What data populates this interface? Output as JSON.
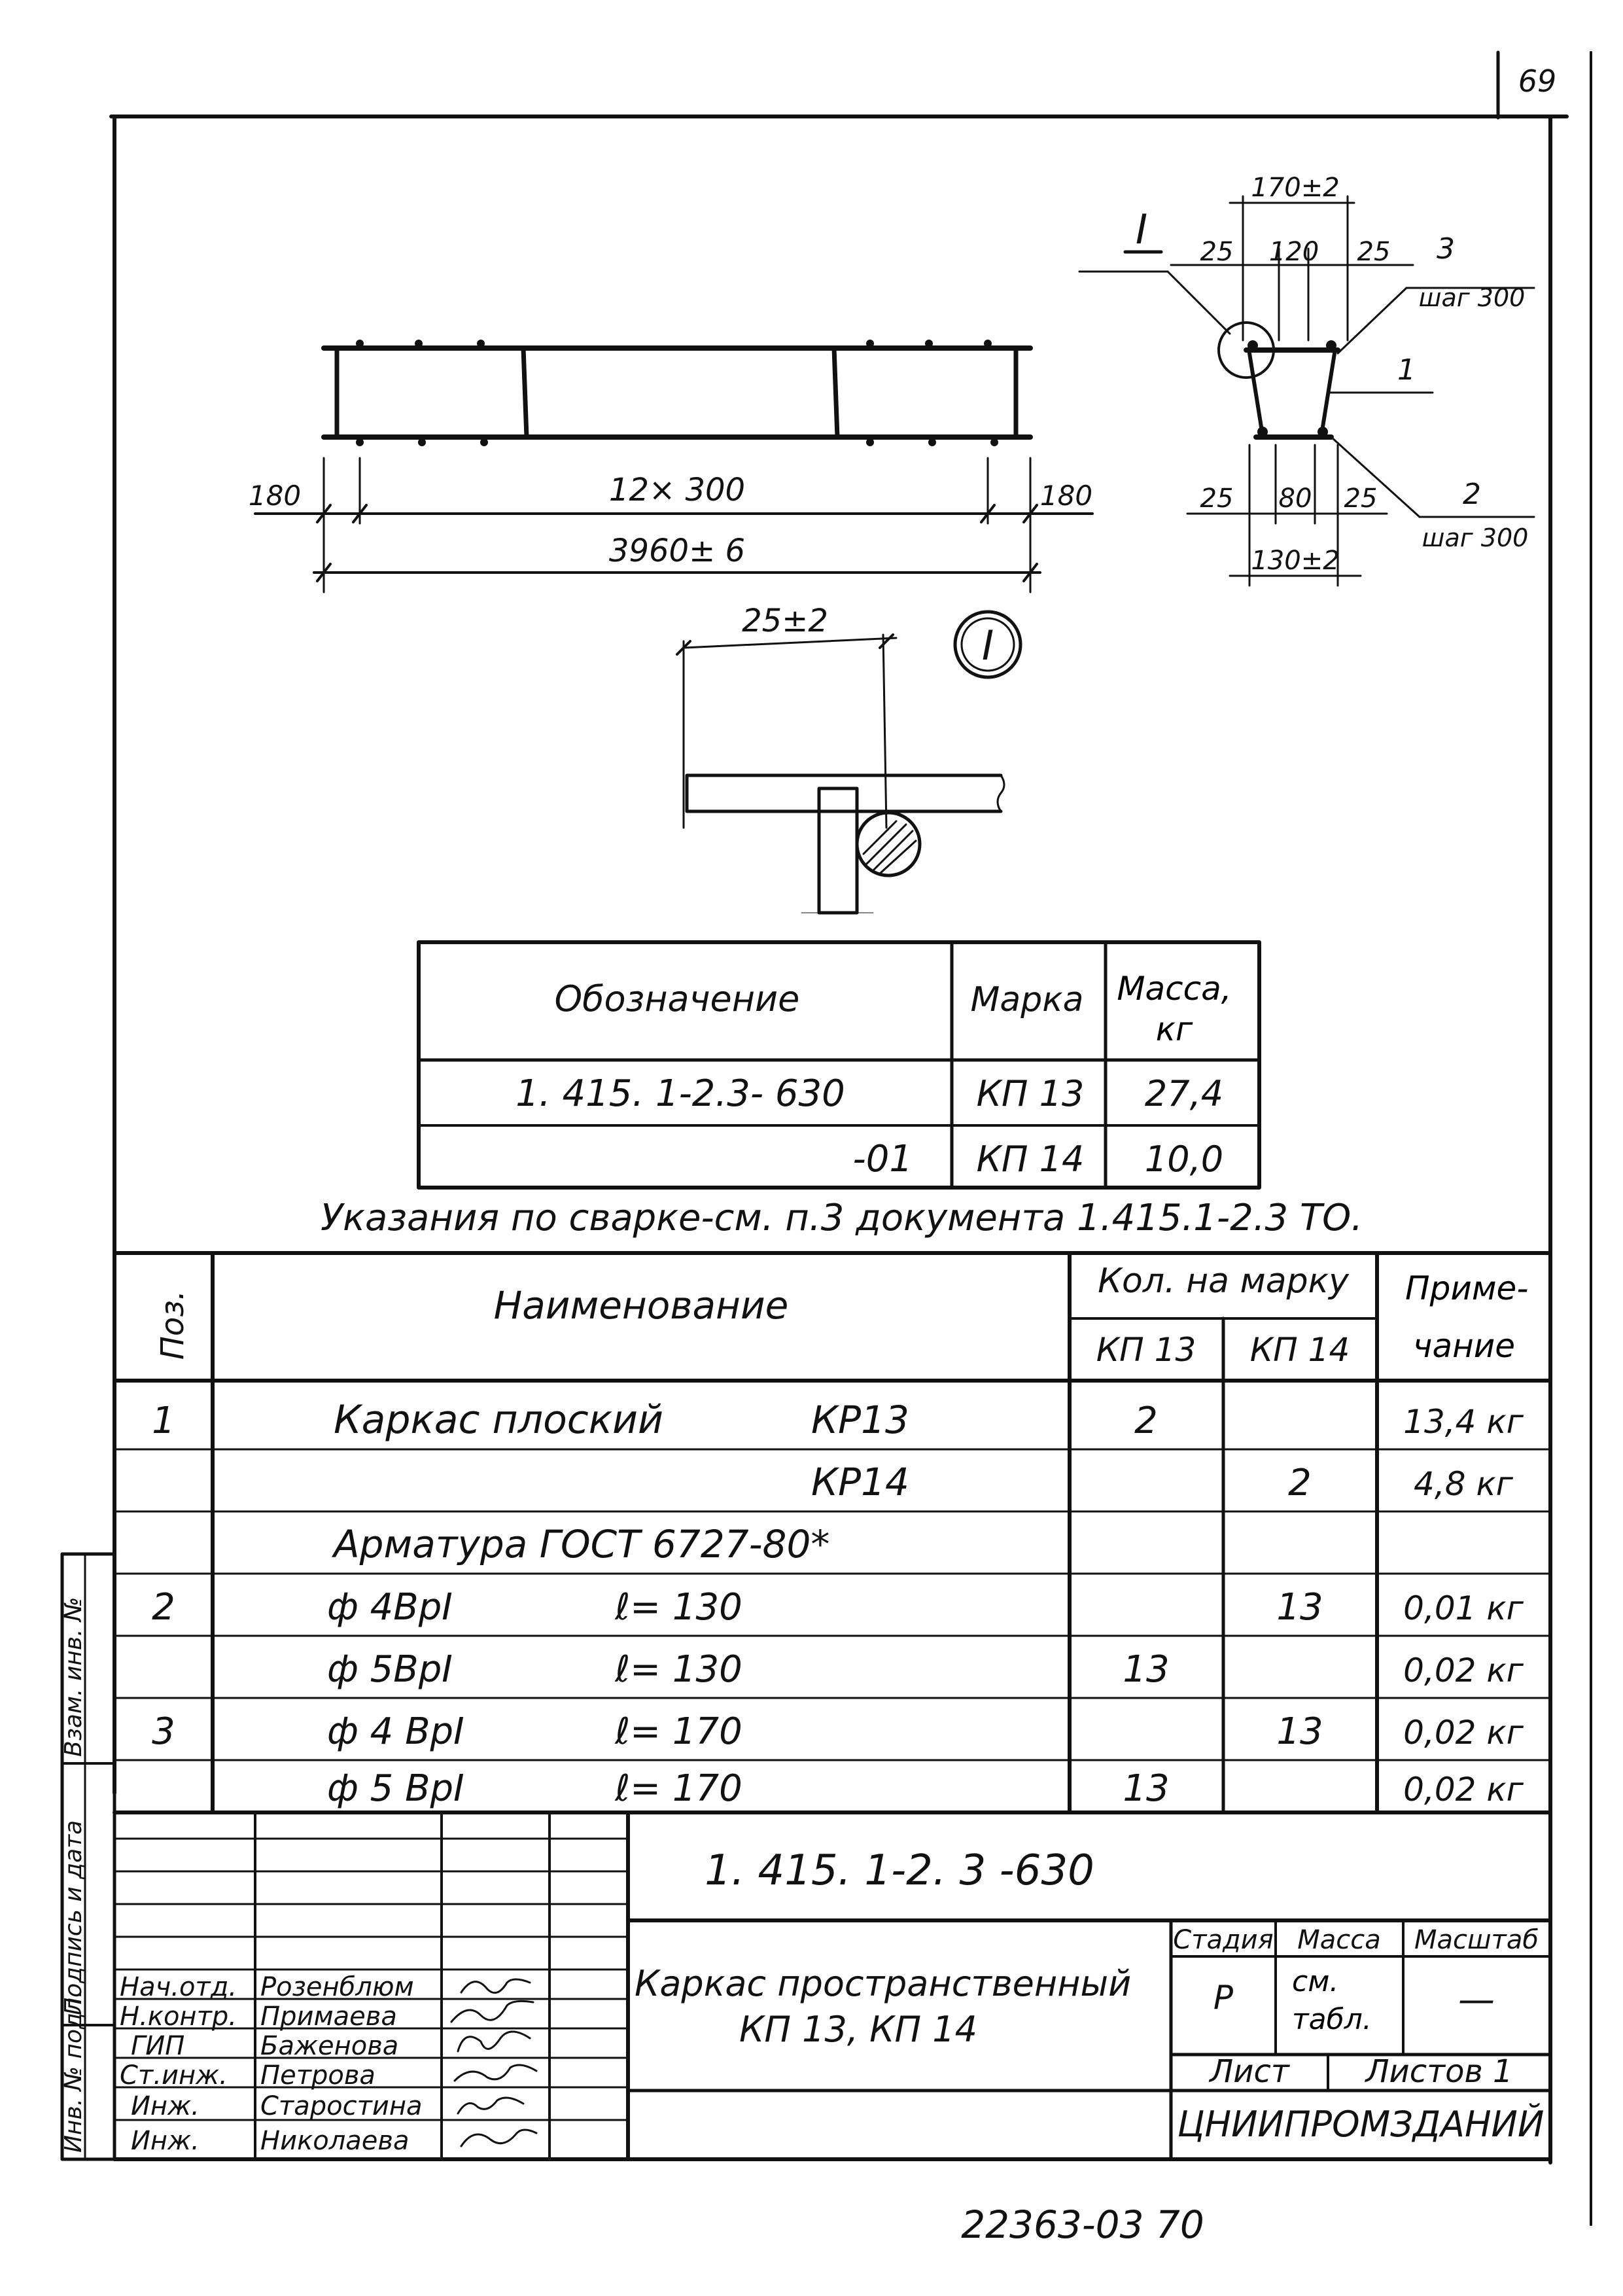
{
  "sheet_page_number": "69",
  "drawing": {
    "elevation": {
      "dim_end_left": "180",
      "dim_spacing": "12× 300",
      "dim_end_right": "180",
      "dim_overall": "3960± 6"
    },
    "section": {
      "section_mark": "I",
      "dim_top_overall": "170±2",
      "dim_top_edge_left": "25",
      "dim_top_middle": "120",
      "dim_top_edge_right": "25",
      "leader_pos_3": "3",
      "leader_pitch_3": "шаг 300",
      "leader_pos_1": "1",
      "dim_bottom_edge_left": "25",
      "dim_bottom_middle": "80",
      "dim_bottom_edge_right": "25",
      "dim_bottom_overall": "130±2",
      "leader_pos_2": "2",
      "leader_pitch_2": "шаг 300"
    },
    "detail": {
      "callout": "I",
      "dim_offset": "25±2"
    }
  },
  "marks_table": {
    "headers": [
      "Обозначение",
      "Марка",
      "Масса, кг"
    ],
    "rows": [
      [
        "1. 415. 1-2.3- 630",
        "КП 13",
        "27,4"
      ],
      [
        "-01",
        "КП 14",
        "10,0"
      ]
    ]
  },
  "welding_note": "Указания по сварке-см. п.3 документа 1.415.1-2.3 ТО.",
  "spec_table": {
    "headers": {
      "pos": "Поз.",
      "name": "Наименование",
      "qty_group": "Кол. на марку",
      "qty_a": "КП 13",
      "qty_b": "КП 14",
      "note": "Приме- чание"
    },
    "rows": [
      {
        "pos": "1",
        "name": "Каркас плоский",
        "code": "КР13",
        "length": "",
        "qty_a": "2",
        "qty_b": "",
        "note": "13,4 кг"
      },
      {
        "pos": "",
        "name": "",
        "code": "КР14",
        "length": "",
        "qty_a": "",
        "qty_b": "2",
        "note": "4,8 кг"
      },
      {
        "pos": "",
        "name": "Арматура ГОСТ 6727-80*",
        "code": "",
        "length": "",
        "qty_a": "",
        "qty_b": "",
        "note": ""
      },
      {
        "pos": "2",
        "name": "ф 4ВрI",
        "code": "",
        "length": "ℓ= 130",
        "qty_a": "",
        "qty_b": "13",
        "note": "0,01 кг"
      },
      {
        "pos": "",
        "name": "ф 5ВрI",
        "code": "",
        "length": "ℓ= 130",
        "qty_a": "13",
        "qty_b": "",
        "note": "0,02 кг"
      },
      {
        "pos": "3",
        "name": "ф 4 ВрI",
        "code": "",
        "length": "ℓ= 170",
        "qty_a": "",
        "qty_b": "13",
        "note": "0,02 кг"
      },
      {
        "pos": "",
        "name": "ф 5 ВрI",
        "code": "",
        "length": "ℓ= 170",
        "qty_a": "13",
        "qty_b": "",
        "note": "0,02 кг"
      }
    ]
  },
  "side_stamp": [
    "Инв. № подл.",
    "Подпись и дата",
    "Взам. инв. №"
  ],
  "title_block": {
    "document_code": "1. 415. 1-2. 3 -630",
    "product_title": "Каркас пространственный",
    "product_marks": "КП 13, КП 14",
    "col_stage": "Стадия",
    "col_mass": "Масса",
    "col_scale": "Масштаб",
    "stage_value": "Р",
    "mass_value": "см. табл.",
    "scale_value": "—",
    "sheet_label": "Лист",
    "sheets_label": "Листов 1",
    "organization": "ЦНИИПРОМЗДАНИЙ",
    "signatures": [
      {
        "role": "Нач.отд.",
        "name": "Розенблюм"
      },
      {
        "role": "Н.контр.",
        "name": "Примаева"
      },
      {
        "role": "ГИП",
        "name": "Баженова"
      },
      {
        "role": "Ст.инж.",
        "name": "Петрова"
      },
      {
        "role": "Инж.",
        "name": "Старостина"
      },
      {
        "role": "Инж.",
        "name": "Николаева"
      }
    ]
  },
  "bottom_number": "22363-03 70"
}
